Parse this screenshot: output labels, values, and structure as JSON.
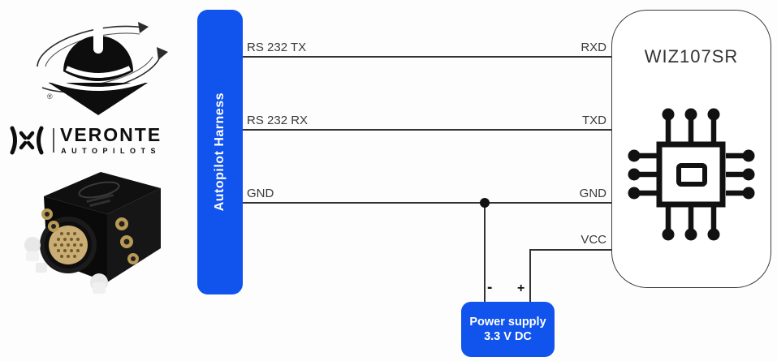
{
  "labels": {
    "harness": "Autopilot Harness",
    "device": "WIZ107SR",
    "power_line1": "Power supply",
    "power_line2": "3.3 V DC",
    "minus": "-",
    "plus": "+"
  },
  "pins": {
    "left_tx": "RS 232 TX",
    "left_rx": "RS 232 RX",
    "left_gnd": "GND",
    "right_rxd": "RXD",
    "right_txd": "TXD",
    "right_gnd": "GND",
    "right_vcc": "VCC"
  },
  "brand": {
    "name": "VERONTE",
    "sub": "AUTOPILOTS",
    "registered": "®"
  },
  "colors": {
    "accent_blue": "#1153ed",
    "wire": "#333333",
    "label_text": "#3a3a3a",
    "device_border": "#3c3c3c"
  }
}
